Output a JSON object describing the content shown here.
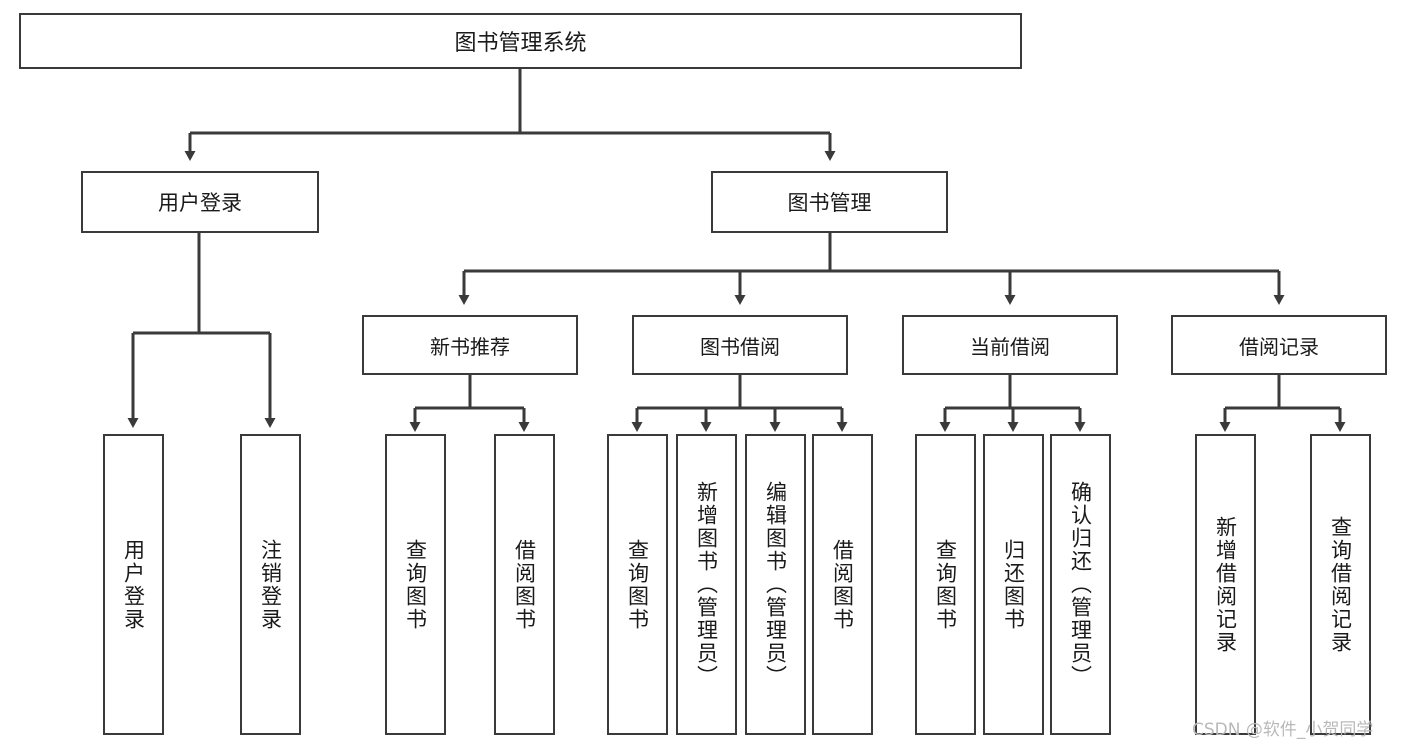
{
  "diagram": {
    "title": "图书管理系统",
    "type": "tree-hierarchy-chart",
    "orientation": "top-down",
    "colors": {
      "background": "#ffffff",
      "node_border": "#3a3a3a",
      "node_fill": "#ffffff",
      "edge": "#3a3a3a",
      "text": "#1a1a1a",
      "watermark": "#b9b9b9"
    }
  },
  "root": {
    "label": "图书管理系统"
  },
  "level1": [
    {
      "label": "用户登录"
    },
    {
      "label": "图书管理"
    }
  ],
  "level2": [
    {
      "label": "新书推荐"
    },
    {
      "label": "图书借阅"
    },
    {
      "label": "当前借阅"
    },
    {
      "label": "借阅记录"
    }
  ],
  "leaves": {
    "user_login": [
      {
        "label": "用户登录"
      },
      {
        "label": "注销登录"
      }
    ],
    "new_book_recommend": [
      {
        "label": "查询图书"
      },
      {
        "label": "借阅图书"
      }
    ],
    "book_borrow": [
      {
        "label": "查询图书"
      },
      {
        "label": "新增图书（管理员）"
      },
      {
        "label": "编辑图书（管理员）"
      },
      {
        "label": "借阅图书"
      }
    ],
    "current_borrow": [
      {
        "label": "查询图书"
      },
      {
        "label": "归还图书"
      },
      {
        "label": "确认归还（管理员）"
      }
    ],
    "borrow_record": [
      {
        "label": "新增借阅记录"
      },
      {
        "label": "查询借阅记录"
      }
    ]
  },
  "watermark": {
    "text": "CSDN @软件_小贺同学"
  }
}
